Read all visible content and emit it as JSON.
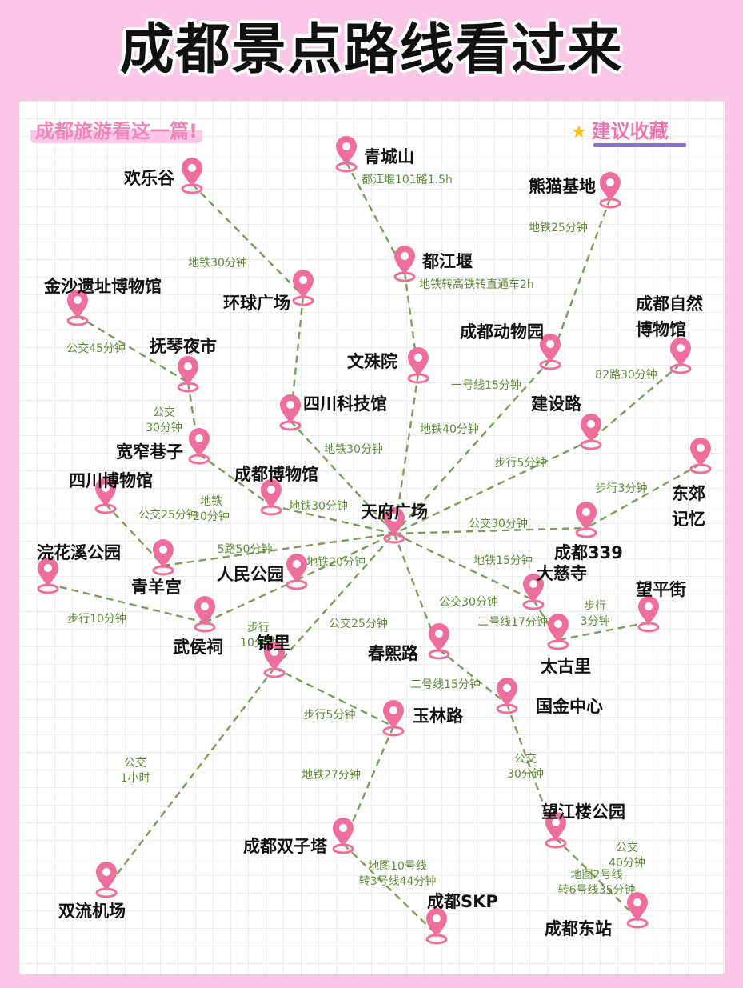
{
  "header": {
    "title": "成都景点路线看过来"
  },
  "card": {
    "subtitle": "成都旅游看这一篇!",
    "favorite": "建议收藏"
  },
  "icons": {
    "pin": "map-pin-icon",
    "star": "star-icon"
  },
  "colors": {
    "pin": "#ee6f9d",
    "route": "#7c9c5d",
    "route_label": "#5f8a38",
    "background": "#f9c8e6"
  },
  "nodes": [
    {
      "id": "tianfu",
      "label": [
        "天府广场"
      ]
    },
    {
      "id": "qingcheng",
      "label": [
        "青城山"
      ]
    },
    {
      "id": "huanlegu",
      "label": [
        "欢乐谷"
      ]
    },
    {
      "id": "xiongmao",
      "label": [
        "熊猫基地"
      ]
    },
    {
      "id": "dujiangyan",
      "label": [
        "都江堰"
      ]
    },
    {
      "id": "huanqiu",
      "label": [
        "环球广场"
      ]
    },
    {
      "id": "jinsha",
      "label": [
        "金沙遗址博物馆"
      ]
    },
    {
      "id": "ziranbwg",
      "label": [
        "成都自然",
        "博物馆"
      ]
    },
    {
      "id": "fuqin",
      "label": [
        "抚琴夜市"
      ]
    },
    {
      "id": "wenshu",
      "label": [
        "文殊院"
      ]
    },
    {
      "id": "dongwuyuan",
      "label": [
        "成都动物园"
      ]
    },
    {
      "id": "keji",
      "label": [
        "四川科技馆"
      ]
    },
    {
      "id": "jianshe",
      "label": [
        "建设路"
      ]
    },
    {
      "id": "kuanzhai",
      "label": [
        "宽窄巷子"
      ]
    },
    {
      "id": "chengdubwg",
      "label": [
        "成都博物馆"
      ]
    },
    {
      "id": "sichuanbwg",
      "label": [
        "四川博物馆"
      ]
    },
    {
      "id": "dongjiao",
      "label": [
        "东郊",
        "记忆"
      ]
    },
    {
      "id": "c339",
      "label": [
        "成都339"
      ]
    },
    {
      "id": "huanhuaxi",
      "label": [
        "浣花溪公园"
      ]
    },
    {
      "id": "qingyang",
      "label": [
        "青羊宫"
      ]
    },
    {
      "id": "renmin",
      "label": [
        "人民公园"
      ]
    },
    {
      "id": "daci",
      "label": [
        "大慈寺"
      ]
    },
    {
      "id": "wangping",
      "label": [
        "望平街"
      ]
    },
    {
      "id": "wuhou",
      "label": [
        "武侯祠"
      ]
    },
    {
      "id": "jinli",
      "label": [
        "锦里"
      ]
    },
    {
      "id": "chunxi",
      "label": [
        "春熙路"
      ]
    },
    {
      "id": "taiguli",
      "label": [
        "太古里"
      ]
    },
    {
      "id": "guojin",
      "label": [
        "国金中心"
      ]
    },
    {
      "id": "yulin",
      "label": [
        "玉林路"
      ]
    },
    {
      "id": "wangjiang",
      "label": [
        "望江楼公园"
      ]
    },
    {
      "id": "shuangzi",
      "label": [
        "成都双子塔"
      ]
    },
    {
      "id": "shuangliu",
      "label": [
        "双流机场"
      ]
    },
    {
      "id": "skp",
      "label": [
        "成都SKP"
      ]
    },
    {
      "id": "dongzhan",
      "label": [
        "成都东站"
      ]
    }
  ],
  "edges": [
    {
      "from": "qingcheng",
      "to": "dujiangyan",
      "label": [
        "都江堰101路1.5h"
      ]
    },
    {
      "from": "dujiangyan",
      "to": "wenshu",
      "label": [
        "地铁转高铁转直通车2h"
      ]
    },
    {
      "from": "huanlegu",
      "to": "huanqiu",
      "label": [
        "地铁30分钟"
      ]
    },
    {
      "from": "huanqiu",
      "to": "keji",
      "label": [
        "地铁25分钟"
      ]
    },
    {
      "from": "xiongmao",
      "to": "dongwuyuan",
      "label": [
        "公交45分钟"
      ]
    },
    {
      "from": "jinsha",
      "to": "fuqin",
      "label": [
        "公交",
        "30分钟"
      ]
    },
    {
      "from": "fuqin",
      "to": "kuanzhai",
      "label": [
        "地铁",
        "20分钟"
      ]
    },
    {
      "from": "kuanzhai",
      "to": "chengdubwg",
      "label": [
        "公交25分钟"
      ]
    },
    {
      "from": "sichuanbwg",
      "to": "qingyang",
      "label": [
        "步行10分钟"
      ]
    },
    {
      "from": "huanhuaxi",
      "to": "wuhou",
      "label": [
        "82路30分钟"
      ]
    },
    {
      "from": "ziranbwg",
      "to": "jianshe",
      "label": [
        "地铁40分钟"
      ]
    },
    {
      "from": "wenshu",
      "to": "tianfu",
      "label": [
        "一号线15分钟"
      ]
    },
    {
      "from": "dongwuyuan",
      "to": "tianfu",
      "label": [
        "地铁30分钟"
      ]
    },
    {
      "from": "keji",
      "to": "tianfu",
      "label": [
        "步行5分钟"
      ]
    },
    {
      "from": "jianshe",
      "to": "tianfu",
      "label": [
        "地铁30分钟"
      ]
    },
    {
      "from": "chengdubwg",
      "to": "tianfu",
      "label": [
        "步行3分钟"
      ]
    },
    {
      "from": "dongjiao",
      "to": "c339",
      "label": [
        "公交30分钟"
      ]
    },
    {
      "from": "tianfu",
      "to": "c339",
      "label": [
        "5路50分钟"
      ]
    },
    {
      "from": "qingyang",
      "to": "tianfu",
      "label": [
        "地铁20分钟"
      ]
    },
    {
      "from": "renmin",
      "to": "tianfu",
      "label": [
        "地铁15分钟"
      ]
    },
    {
      "from": "tianfu",
      "to": "daci",
      "label": [
        "二号线17分钟"
      ]
    },
    {
      "from": "daci",
      "to": "taiguli",
      "label": [
        "步行",
        "3分钟"
      ]
    },
    {
      "from": "wangping",
      "to": "taiguli",
      "label": [
        "步行",
        "10分钟"
      ]
    },
    {
      "from": "wuhou",
      "to": "renmin",
      "label": [
        "公交25分钟"
      ]
    },
    {
      "from": "jinli",
      "to": "tianfu",
      "label": [
        "公交30分钟"
      ]
    },
    {
      "from": "tianfu",
      "to": "chunxi",
      "label": [
        "二号线15分钟"
      ]
    },
    {
      "from": "chunxi",
      "to": "guojin",
      "label": [
        "步行5分钟"
      ]
    },
    {
      "from": "jinli",
      "to": "yulin",
      "label": [
        "公交",
        "30分钟"
      ]
    },
    {
      "from": "guojin",
      "to": "wangjiang",
      "label": [
        "地铁27分钟"
      ]
    },
    {
      "from": "yulin",
      "to": "shuangzi",
      "label": [
        "公交",
        "1小时"
      ]
    },
    {
      "from": "jinli",
      "to": "shuangliu",
      "label": [
        "地图10号线",
        "转3号线44分钟"
      ]
    },
    {
      "from": "shuangzi",
      "to": "skp",
      "label": [
        "公交",
        "40分钟"
      ]
    },
    {
      "from": "wangjiang",
      "to": "dongzhan",
      "label": [
        "地图2号线",
        "转6号线35分钟"
      ]
    }
  ]
}
